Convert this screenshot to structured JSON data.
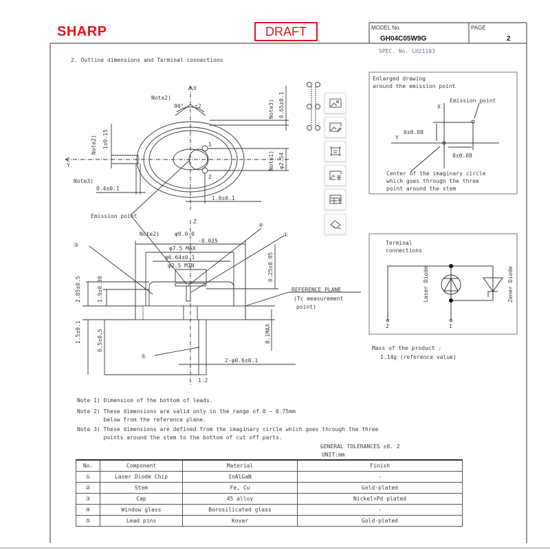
{
  "header": {
    "logo": "SHARP",
    "draft_label": "DRAFT",
    "model_label": "MODEL No.",
    "model_value": "GH04C05W9G",
    "page_label": "PAGE",
    "page_value": "2",
    "spec_no": "SPEC. No. LH21103"
  },
  "section_title": "2. Outline dimensions and Terminal connections",
  "top_view": {
    "axis_x": "X",
    "axis_y": "Y",
    "note2": "Note2)",
    "angle": "90°",
    "angle_tol": "±2",
    "note3_right": "Note3)",
    "dim_065": "0.65±0.1",
    "note2_left": "Note2)",
    "dim_1": "1±0.15",
    "note1": "Note1)",
    "dim_254": "φ2.54",
    "pin1": "1",
    "pin2": "2",
    "note3": "Note3)",
    "dim_04": "0.4±0.1",
    "dim_10": "1.0±0.1",
    "emission_point": "Emission point"
  },
  "side_view": {
    "axis_z": "Z",
    "note2": "Note2)",
    "dim_9": "φ9.0-0",
    "dim_9_tol": "-0.025",
    "dim_75": "φ7.5 MAX",
    "dim_664": "φ6.64±0.1",
    "dim_25": "φ2.5 MIN",
    "dim_025": "0.25±0.05",
    "dim_285": "2.85±0.5",
    "dim_19": "1.9±0.08",
    "dim_15": "1.5±0.1",
    "dim_65": "6.5±0.5",
    "dim_01": "0.1MAX",
    "dim_06": "2-φ0.6±0.1",
    "dim_12": "1.2",
    "ref_plane": "REFERENCE PLANE",
    "ref_plane_note1": "(Tc measurement",
    "ref_plane_note2": "point)",
    "callout_1": "①",
    "callout_3": "③",
    "callout_4": "④",
    "callout_5": "⑤"
  },
  "enlarged": {
    "title1": "Enlarged drawing",
    "title2": "around the emission point",
    "axis_x": "X",
    "axis_y": "Y",
    "emission_point": "Emission point",
    "dim_x": "0±0.08",
    "dim_y": "0±0.08",
    "center1": "Center of the imaginary circle",
    "center2": "which goes through the three",
    "center3": "point around the stem"
  },
  "terminal": {
    "title1": "Terminal",
    "title2": "connections",
    "laser_diode": "Laser Diode",
    "zener_diode": "Zener Diode",
    "pin2": "2",
    "pin1": "1"
  },
  "mass": {
    "label": "Mass of the product :",
    "value": "1.14g (reference value)"
  },
  "notes": [
    "Note 1) Dimension of the bottom of leads.",
    "Note 2) These dimensions are valid only in the range of 0 ~ 0.75mm",
    "        below from the reference plane.",
    "Note 3) These dimensions are defined from the imaginary circle which goes through the three",
    "        points around the stem to the bottom of cut off parts."
  ],
  "tolerances": "GENERAL TOLERANCES ±0. 2",
  "unit": "UNIT:mm",
  "parts_table": {
    "headers": [
      "No.",
      "Component",
      "Material",
      "Finish"
    ],
    "rows": [
      [
        "①",
        "Laser Diode Chip",
        "InAlGaN",
        "-"
      ],
      [
        "②",
        "Stem",
        "Fe, Cu",
        "Gold-plated"
      ],
      [
        "③",
        "Cap",
        "45 alloy",
        "Nickel+Pd plated"
      ],
      [
        "④",
        "Window glass",
        "Borosilicated glass",
        "-"
      ],
      [
        "⑤",
        "Lead pins",
        "Kovar",
        "Gold-plated"
      ]
    ]
  },
  "toolbar": {
    "icons": [
      "image-icon",
      "edit-image-icon",
      "crop-icon",
      "image-text-icon",
      "table-extract-icon",
      "eraser-icon"
    ]
  },
  "colors": {
    "brand": "#e3141c",
    "text": "#3c3a36"
  }
}
